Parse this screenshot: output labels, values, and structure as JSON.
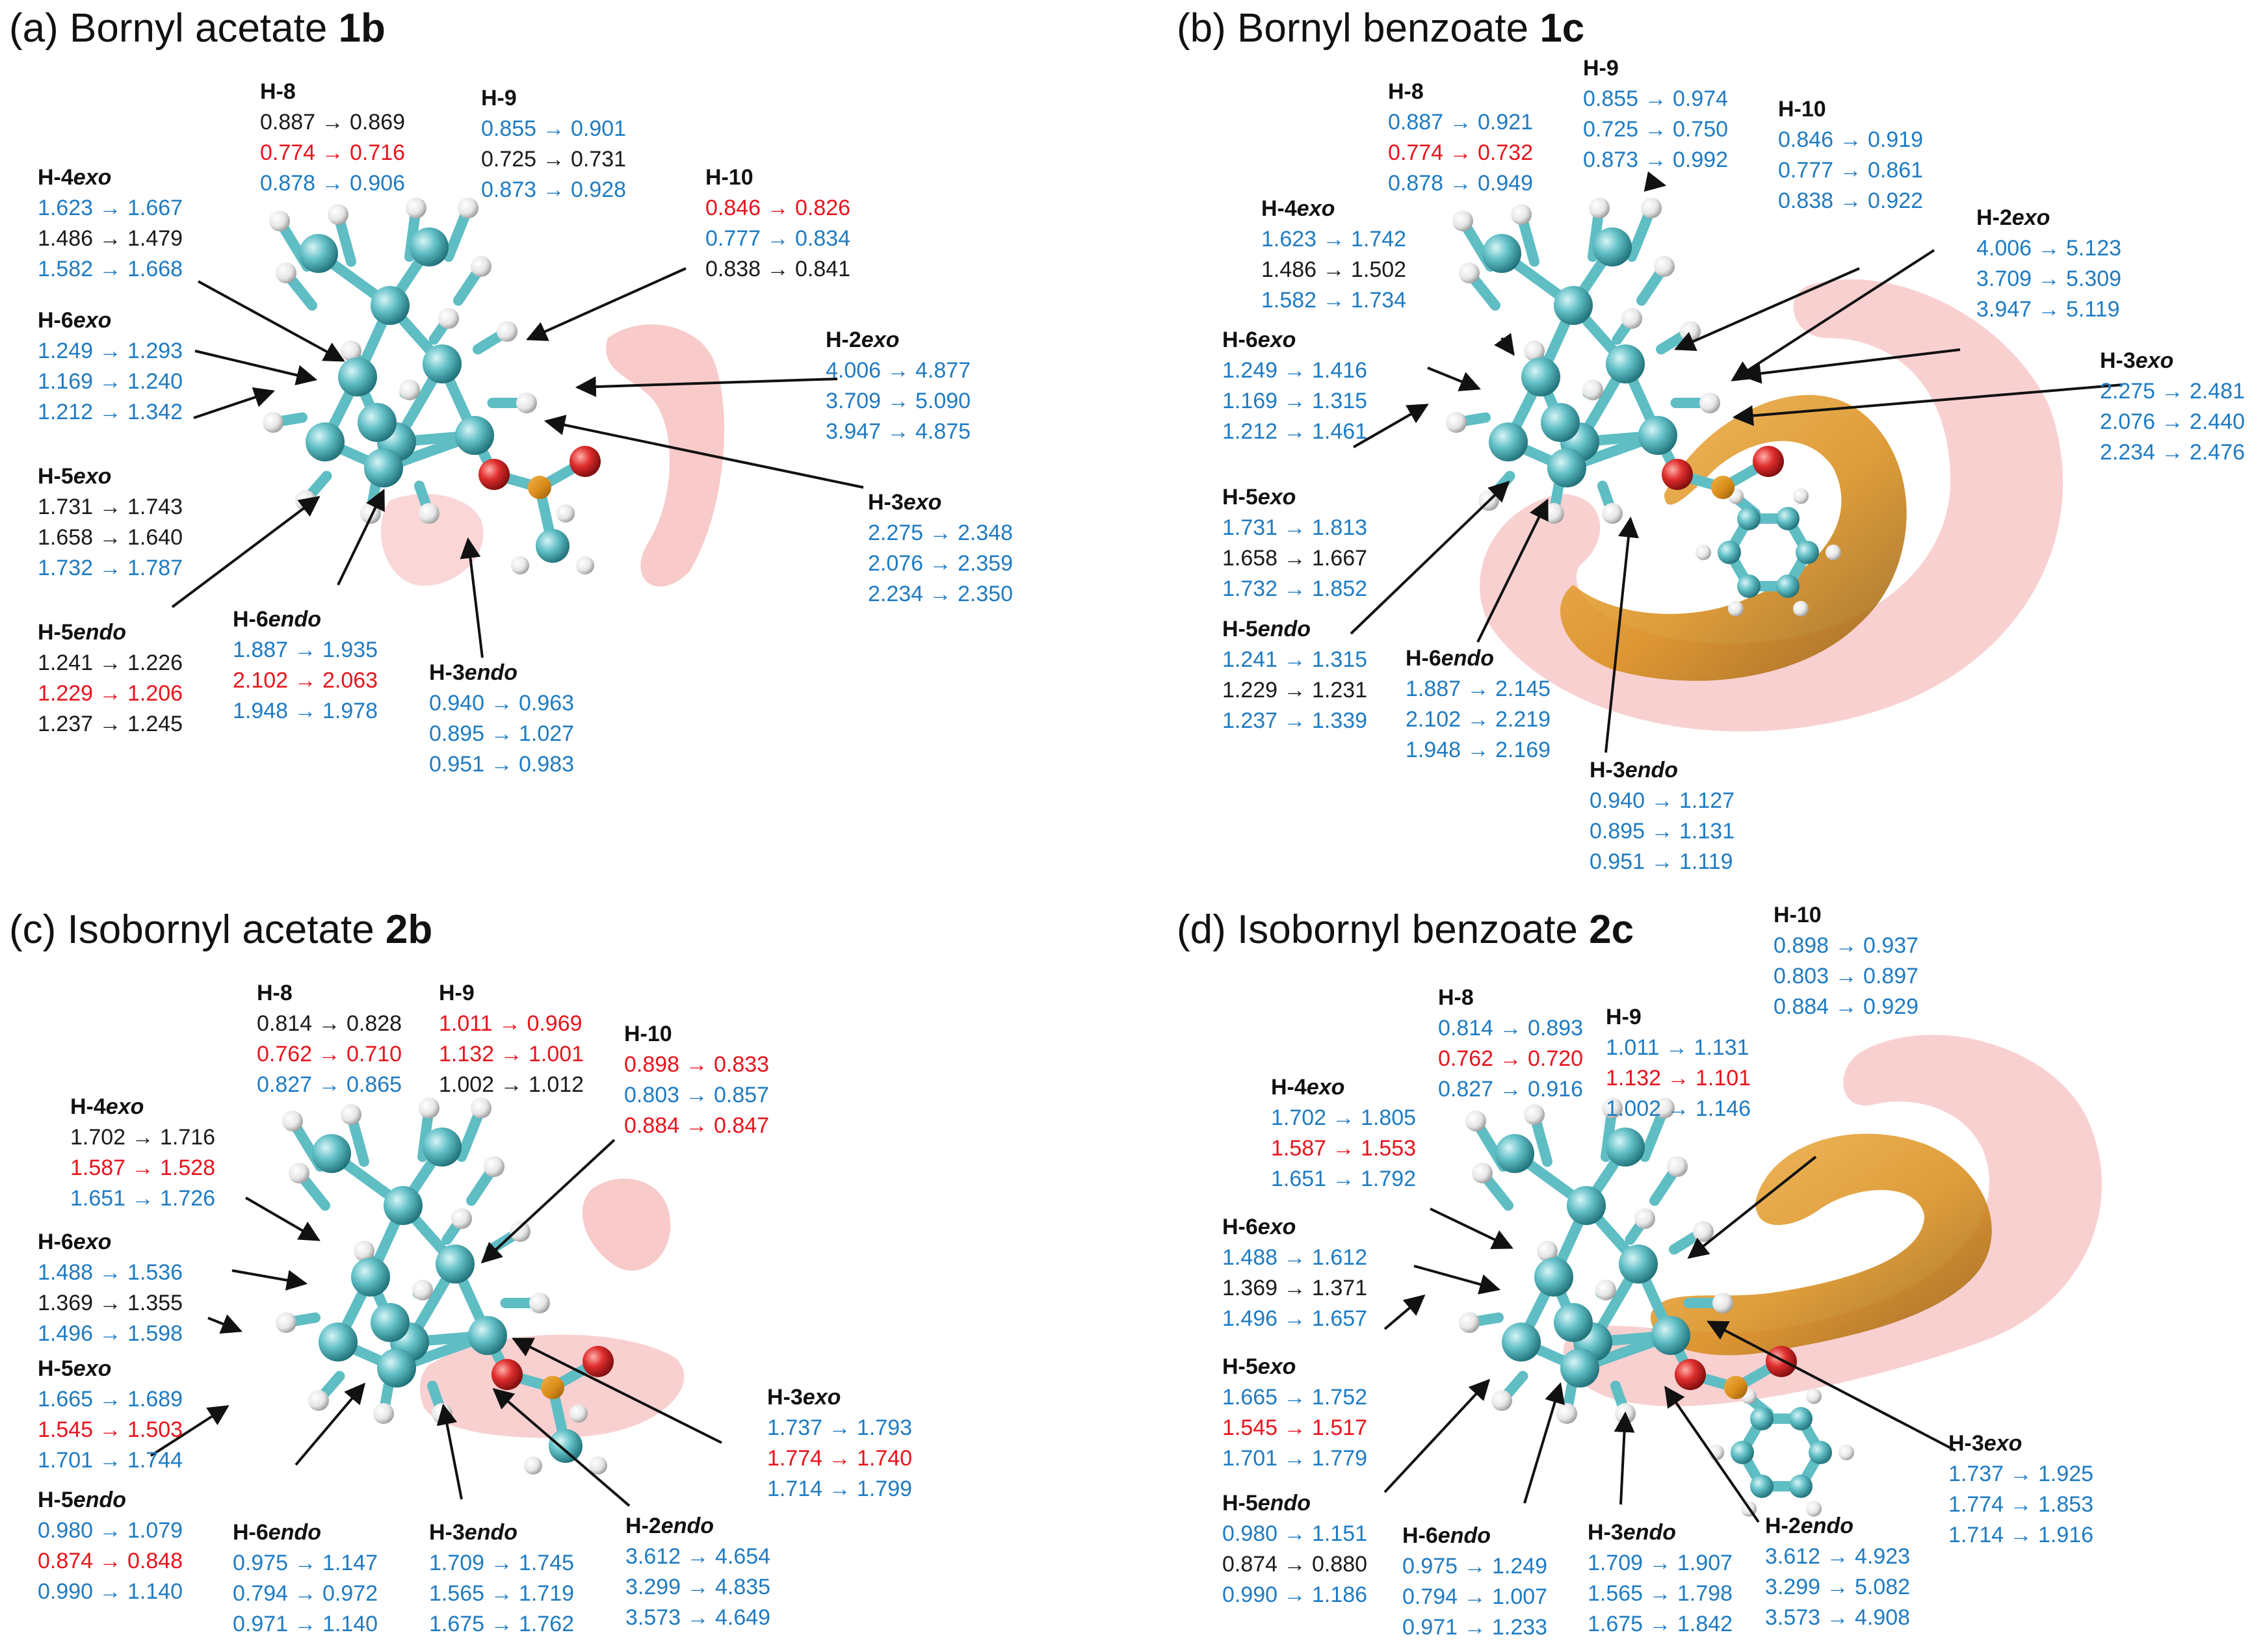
{
  "colors": {
    "blue": "#1f7bc2",
    "black": "#1a1a1a",
    "red": "#e8141c",
    "carbon": "#5fbdc4",
    "hydrogen": "#eeeeee",
    "oxygen": "#d42a2a",
    "shield_pink": "#f08a8a",
    "shield_orange": "#d9911c"
  },
  "panels": [
    {
      "id": "a",
      "title_prefix": "(a) Bornyl acetate ",
      "title_bold": "1b",
      "labels": [
        {
          "h": "H-8",
          "vals": [
            {
              "t": "0.887 → 0.869",
              "c": "black"
            },
            {
              "t": "0.774 → 0.716",
              "c": "red"
            },
            {
              "t": "0.878 → 0.906",
              "c": "blue"
            }
          ]
        },
        {
          "h": "H-9",
          "vals": [
            {
              "t": "0.855 → 0.901",
              "c": "blue"
            },
            {
              "t": "0.725 → 0.731",
              "c": "black"
            },
            {
              "t": "0.873 → 0.928",
              "c": "blue"
            }
          ]
        },
        {
          "h": "H-10",
          "vals": [
            {
              "t": "0.846 → 0.826",
              "c": "red"
            },
            {
              "t": "0.777 → 0.834",
              "c": "blue"
            },
            {
              "t": "0.838 → 0.841",
              "c": "black"
            }
          ]
        },
        {
          "h": "H-4",
          "hi": "exo",
          "vals": [
            {
              "t": "1.623 → 1.667",
              "c": "blue"
            },
            {
              "t": "1.486 → 1.479",
              "c": "black"
            },
            {
              "t": "1.582 → 1.668",
              "c": "blue"
            }
          ]
        },
        {
          "h": "H-6",
          "hi": "exo",
          "vals": [
            {
              "t": "1.249 → 1.293",
              "c": "blue"
            },
            {
              "t": "1.169 → 1.240",
              "c": "blue"
            },
            {
              "t": "1.212 → 1.342",
              "c": "blue"
            }
          ]
        },
        {
          "h": "H-2",
          "hi": "exo",
          "vals": [
            {
              "t": "4.006 → 4.877",
              "c": "blue"
            },
            {
              "t": "3.709 → 5.090",
              "c": "blue"
            },
            {
              "t": "3.947 → 4.875",
              "c": "blue"
            }
          ]
        },
        {
          "h": "H-5",
          "hi": "exo",
          "vals": [
            {
              "t": "1.731 → 1.743",
              "c": "black"
            },
            {
              "t": "1.658 → 1.640",
              "c": "black"
            },
            {
              "t": "1.732 → 1.787",
              "c": "blue"
            }
          ]
        },
        {
          "h": "H-3",
          "hi": "exo",
          "vals": [
            {
              "t": "2.275 → 2.348",
              "c": "blue"
            },
            {
              "t": "2.076 → 2.359",
              "c": "blue"
            },
            {
              "t": "2.234 → 2.350",
              "c": "blue"
            }
          ]
        },
        {
          "h": "H-5",
          "hi": "endo",
          "vals": [
            {
              "t": "1.241 → 1.226",
              "c": "black"
            },
            {
              "t": "1.229 → 1.206",
              "c": "red"
            },
            {
              "t": "1.237 → 1.245",
              "c": "black"
            }
          ]
        },
        {
          "h": "H-6",
          "hi": "endo",
          "vals": [
            {
              "t": "1.887 → 1.935",
              "c": "blue"
            },
            {
              "t": "2.102 → 2.063",
              "c": "red"
            },
            {
              "t": "1.948 → 1.978",
              "c": "blue"
            }
          ]
        },
        {
          "h": "H-3",
          "hi": "endo",
          "vals": [
            {
              "t": "0.940 → 0.963",
              "c": "blue"
            },
            {
              "t": "0.895 → 1.027",
              "c": "blue"
            },
            {
              "t": "0.951 → 0.983",
              "c": "blue"
            }
          ]
        }
      ]
    },
    {
      "id": "b",
      "title_prefix": "(b) Bornyl benzoate ",
      "title_bold": "1c",
      "labels": [
        {
          "h": "H-8",
          "vals": [
            {
              "t": "0.887 → 0.921",
              "c": "blue"
            },
            {
              "t": "0.774 → 0.732",
              "c": "red"
            },
            {
              "t": "0.878 → 0.949",
              "c": "blue"
            }
          ]
        },
        {
          "h": "H-9",
          "vals": [
            {
              "t": "0.855 → 0.974",
              "c": "blue"
            },
            {
              "t": "0.725 → 0.750",
              "c": "blue"
            },
            {
              "t": "0.873 → 0.992",
              "c": "blue"
            }
          ]
        },
        {
          "h": "H-10",
          "vals": [
            {
              "t": "0.846 → 0.919",
              "c": "blue"
            },
            {
              "t": "0.777 → 0.861",
              "c": "blue"
            },
            {
              "t": "0.838 → 0.922",
              "c": "blue"
            }
          ]
        },
        {
          "h": "H-4",
          "hi": "exo",
          "vals": [
            {
              "t": "1.623 → 1.742",
              "c": "blue"
            },
            {
              "t": "1.486 → 1.502",
              "c": "black"
            },
            {
              "t": "1.582 → 1.734",
              "c": "blue"
            }
          ]
        },
        {
          "h": "H-2",
          "hi": "exo",
          "vals": [
            {
              "t": "4.006 → 5.123",
              "c": "blue"
            },
            {
              "t": "3.709 → 5.309",
              "c": "blue"
            },
            {
              "t": "3.947 → 5.119",
              "c": "blue"
            }
          ]
        },
        {
          "h": "H-6",
          "hi": "exo",
          "vals": [
            {
              "t": "1.249 → 1.416",
              "c": "blue"
            },
            {
              "t": "1.169 → 1.315",
              "c": "blue"
            },
            {
              "t": "1.212 → 1.461",
              "c": "blue"
            }
          ]
        },
        {
          "h": "H-3",
          "hi": "exo",
          "vals": [
            {
              "t": "2.275 → 2.481",
              "c": "blue"
            },
            {
              "t": "2.076 → 2.440",
              "c": "blue"
            },
            {
              "t": "2.234 → 2.476",
              "c": "blue"
            }
          ]
        },
        {
          "h": "H-5",
          "hi": "exo",
          "vals": [
            {
              "t": "1.731 → 1.813",
              "c": "blue"
            },
            {
              "t": "1.658 → 1.667",
              "c": "black"
            },
            {
              "t": "1.732 → 1.852",
              "c": "blue"
            }
          ]
        },
        {
          "h": "H-5",
          "hi": "endo",
          "vals": [
            {
              "t": "1.241 → 1.315",
              "c": "blue"
            },
            {
              "t": "1.229 → 1.231",
              "c": "black"
            },
            {
              "t": "1.237 → 1.339",
              "c": "blue"
            }
          ]
        },
        {
          "h": "H-6",
          "hi": "endo",
          "vals": [
            {
              "t": "1.887 → 2.145",
              "c": "blue"
            },
            {
              "t": "2.102 → 2.219",
              "c": "blue"
            },
            {
              "t": "1.948 → 2.169",
              "c": "blue"
            }
          ]
        },
        {
          "h": "H-3",
          "hi": "endo",
          "vals": [
            {
              "t": "0.940 → 1.127",
              "c": "blue"
            },
            {
              "t": "0.895 → 1.131",
              "c": "blue"
            },
            {
              "t": "0.951 → 1.119",
              "c": "blue"
            }
          ]
        }
      ]
    },
    {
      "id": "c",
      "title_prefix": "(c) Isobornyl acetate ",
      "title_bold": "2b",
      "labels": [
        {
          "h": "H-8",
          "vals": [
            {
              "t": "0.814 → 0.828",
              "c": "black"
            },
            {
              "t": "0.762 → 0.710",
              "c": "red"
            },
            {
              "t": "0.827 → 0.865",
              "c": "blue"
            }
          ]
        },
        {
          "h": "H-9",
          "vals": [
            {
              "t": "1.011 → 0.969",
              "c": "red"
            },
            {
              "t": "1.132 → 1.001",
              "c": "red"
            },
            {
              "t": "1.002 → 1.012",
              "c": "black"
            }
          ]
        },
        {
          "h": "H-10",
          "vals": [
            {
              "t": "0.898 → 0.833",
              "c": "red"
            },
            {
              "t": "0.803 → 0.857",
              "c": "blue"
            },
            {
              "t": "0.884 → 0.847",
              "c": "red"
            }
          ]
        },
        {
          "h": "H-4",
          "hi": "exo",
          "vals": [
            {
              "t": "1.702 → 1.716",
              "c": "black"
            },
            {
              "t": "1.587 → 1.528",
              "c": "red"
            },
            {
              "t": "1.651 → 1.726",
              "c": "blue"
            }
          ]
        },
        {
          "h": "H-6",
          "hi": "exo",
          "vals": [
            {
              "t": "1.488 → 1.536",
              "c": "blue"
            },
            {
              "t": "1.369 → 1.355",
              "c": "black"
            },
            {
              "t": "1.496 → 1.598",
              "c": "blue"
            }
          ]
        },
        {
          "h": "H-5",
          "hi": "exo",
          "vals": [
            {
              "t": "1.665 → 1.689",
              "c": "blue"
            },
            {
              "t": "1.545 → 1.503",
              "c": "red"
            },
            {
              "t": "1.701 → 1.744",
              "c": "blue"
            }
          ]
        },
        {
          "h": "H-3",
          "hi": "exo",
          "vals": [
            {
              "t": "1.737 → 1.793",
              "c": "blue"
            },
            {
              "t": "1.774 → 1.740",
              "c": "red"
            },
            {
              "t": "1.714 → 1.799",
              "c": "blue"
            }
          ]
        },
        {
          "h": "H-5",
          "hi": "endo",
          "vals": [
            {
              "t": "0.980 → 1.079",
              "c": "blue"
            },
            {
              "t": "0.874 → 0.848",
              "c": "red"
            },
            {
              "t": "0.990 → 1.140",
              "c": "blue"
            }
          ]
        },
        {
          "h": "H-6",
          "hi": "endo",
          "vals": [
            {
              "t": "0.975 → 1.147",
              "c": "blue"
            },
            {
              "t": "0.794 → 0.972",
              "c": "blue"
            },
            {
              "t": "0.971 → 1.140",
              "c": "blue"
            }
          ]
        },
        {
          "h": "H-3",
          "hi": "endo",
          "vals": [
            {
              "t": "1.709 → 1.745",
              "c": "blue"
            },
            {
              "t": "1.565 → 1.719",
              "c": "blue"
            },
            {
              "t": "1.675 → 1.762",
              "c": "blue"
            }
          ]
        },
        {
          "h": "H-2",
          "hi": "endo",
          "vals": [
            {
              "t": "3.612 → 4.654",
              "c": "blue"
            },
            {
              "t": "3.299 → 4.835",
              "c": "blue"
            },
            {
              "t": "3.573 → 4.649",
              "c": "blue"
            }
          ]
        }
      ]
    },
    {
      "id": "d",
      "title_prefix": "(d) Isobornyl benzoate ",
      "title_bold": "2c",
      "labels": [
        {
          "h": "H-10",
          "vals": [
            {
              "t": "0.898 → 0.937",
              "c": "blue"
            },
            {
              "t": "0.803 → 0.897",
              "c": "blue"
            },
            {
              "t": "0.884 → 0.929",
              "c": "blue"
            }
          ]
        },
        {
          "h": "H-8",
          "vals": [
            {
              "t": "0.814 → 0.893",
              "c": "blue"
            },
            {
              "t": "0.762 → 0.720",
              "c": "red"
            },
            {
              "t": "0.827 → 0.916",
              "c": "blue"
            }
          ]
        },
        {
          "h": "H-9",
          "vals": [
            {
              "t": "1.011 → 1.131",
              "c": "blue"
            },
            {
              "t": "1.132 → 1.101",
              "c": "red"
            },
            {
              "t": "1.002 → 1.146",
              "c": "blue"
            }
          ]
        },
        {
          "h": "H-4",
          "hi": "exo",
          "vals": [
            {
              "t": "1.702 → 1.805",
              "c": "blue"
            },
            {
              "t": "1.587 → 1.553",
              "c": "red"
            },
            {
              "t": "1.651 → 1.792",
              "c": "blue"
            }
          ]
        },
        {
          "h": "H-6",
          "hi": "exo",
          "vals": [
            {
              "t": "1.488 → 1.612",
              "c": "blue"
            },
            {
              "t": "1.369 → 1.371",
              "c": "black"
            },
            {
              "t": "1.496 → 1.657",
              "c": "blue"
            }
          ]
        },
        {
          "h": "H-5",
          "hi": "exo",
          "vals": [
            {
              "t": "1.665 → 1.752",
              "c": "blue"
            },
            {
              "t": "1.545 → 1.517",
              "c": "red"
            },
            {
              "t": "1.701 → 1.779",
              "c": "blue"
            }
          ]
        },
        {
          "h": "H-3",
          "hi": "exo",
          "vals": [
            {
              "t": "1.737 → 1.925",
              "c": "blue"
            },
            {
              "t": "1.774 → 1.853",
              "c": "blue"
            },
            {
              "t": "1.714 → 1.916",
              "c": "blue"
            }
          ]
        },
        {
          "h": "H-5",
          "hi": "endo",
          "vals": [
            {
              "t": "0.980 → 1.151",
              "c": "blue"
            },
            {
              "t": "0.874 → 0.880",
              "c": "black"
            },
            {
              "t": "0.990 → 1.186",
              "c": "blue"
            }
          ]
        },
        {
          "h": "H-6",
          "hi": "endo",
          "vals": [
            {
              "t": "0.975 → 1.249",
              "c": "blue"
            },
            {
              "t": "0.794 → 1.007",
              "c": "blue"
            },
            {
              "t": "0.971 → 1.233",
              "c": "blue"
            }
          ]
        },
        {
          "h": "H-3",
          "hi": "endo",
          "vals": [
            {
              "t": "1.709 → 1.907",
              "c": "blue"
            },
            {
              "t": "1.565 → 1.798",
              "c": "blue"
            },
            {
              "t": "1.675 → 1.842",
              "c": "blue"
            }
          ]
        },
        {
          "h": "H-2",
          "hi": "endo",
          "vals": [
            {
              "t": "3.612 → 4.923",
              "c": "blue"
            },
            {
              "t": "3.299 → 5.082",
              "c": "blue"
            },
            {
              "t": "3.573 → 4.908",
              "c": "blue"
            }
          ]
        }
      ]
    }
  ]
}
